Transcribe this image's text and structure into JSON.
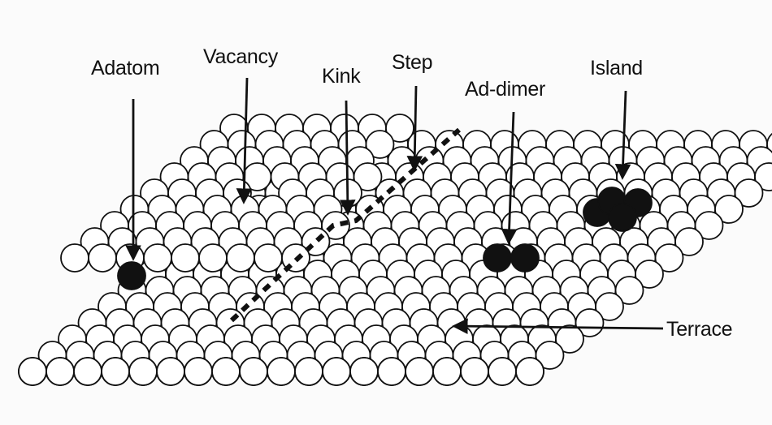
{
  "labels": {
    "adatom": "Adatom",
    "vacancy": "Vacancy",
    "kink": "Kink",
    "step": "Step",
    "ad_dimer": "Ad-dimer",
    "island": "Island",
    "terrace": "Terrace"
  },
  "colors": {
    "atom_fill": "#ffffff",
    "atom_stroke": "#111111",
    "adsorbate_fill": "#111111",
    "ink": "#111111"
  }
}
